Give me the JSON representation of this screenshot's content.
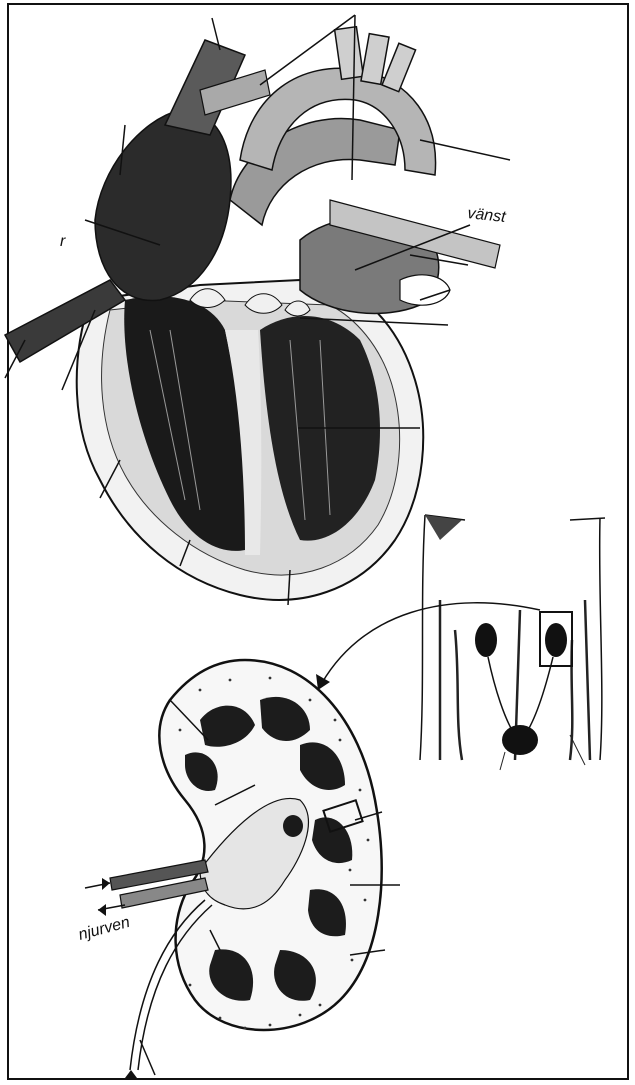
{
  "labels": {
    "left_fragment": "r",
    "vanst": "vänst",
    "njurven": "njurven"
  },
  "colors": {
    "ink": "#111111",
    "mid_gray": "#6e6e6e",
    "light_gray": "#bdbdbd",
    "paper": "#ffffff"
  }
}
